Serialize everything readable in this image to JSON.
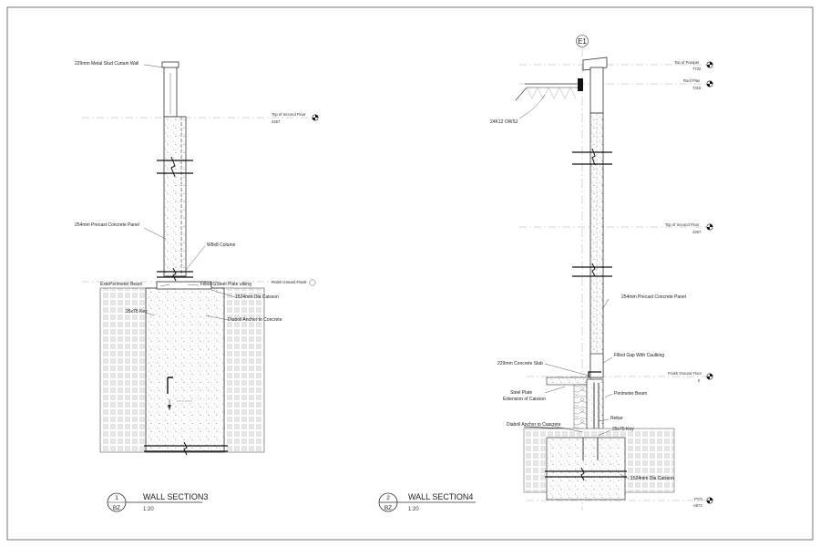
{
  "section_left": {
    "number": "1",
    "sheet": "BZ",
    "title": "WALL SECTION3",
    "scale": "1:20",
    "labels": {
      "curtain_wall": "229mm Metal Stud Curtain Wall",
      "top_second": "Top of Second Floor",
      "top_second_elev": "4267",
      "precast": "254mm Precast Concrete Panel",
      "column": "W8x8 Column",
      "perimeter_beam": "ExtePerimeter Beam",
      "steel_plate": "Filled GSteel Plate ulking",
      "finish_ground": "Finish Ground Floo0",
      "caisson": "1524mm Dia Caisson",
      "key": "25x75 Key",
      "anchor": "Diaboll Anchor to Concrete"
    }
  },
  "section_right": {
    "number": "2",
    "sheet": "BZ",
    "title": "WALL SECTION4",
    "scale": "1:20",
    "grid_tag": "E1",
    "labels": {
      "top_parapet": "Top of Parapet",
      "top_parapet_elev": "7722",
      "roof_plan": "Roof Plan",
      "roof_plan_elev": "7315",
      "owsj": "24K12 OWSJ",
      "top_second": "Top of Second Floor",
      "top_second_elev": "4267",
      "precast": "254mm Precast Concrete Panel",
      "filled_gap": "Filled Gap With Caulking",
      "slab": "229mm Concrete Slab",
      "finish_ground": "Finish Ground Floor",
      "finish_ground_elev": "0",
      "steel_plate": "Steel Plate",
      "ext_caisson": "Extension of Caisson",
      "perimeter_beam": "Perimeter Beam",
      "rebar": "Rebar",
      "anchor": "Diaboll Anchor to Concrete",
      "key": "25x75 Key",
      "caisson": "1524mm Dia Caisson",
      "pt": "PT/3",
      "pt_elev": "-4572"
    }
  }
}
